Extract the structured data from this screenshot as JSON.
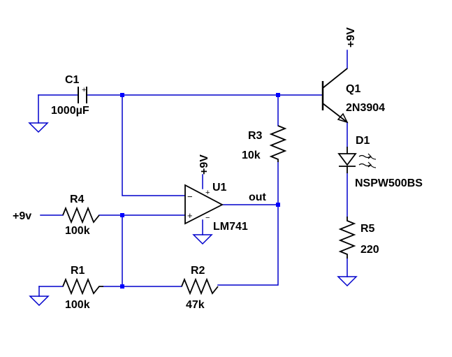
{
  "components": {
    "c1": {
      "ref": "C1",
      "value": "1000µF",
      "polarity": "+"
    },
    "q1": {
      "ref": "Q1",
      "value": "2N3904"
    },
    "d1": {
      "ref": "D1",
      "value": "NSPW500BS"
    },
    "r1": {
      "ref": "R1",
      "value": "100k"
    },
    "r2": {
      "ref": "R2",
      "value": "47k"
    },
    "r3": {
      "ref": "R3",
      "value": "10k"
    },
    "r4": {
      "ref": "R4",
      "value": "100k"
    },
    "r5": {
      "ref": "R5",
      "value": "220"
    },
    "u1": {
      "ref": "U1",
      "value": "LM741",
      "inv": "−",
      "noninv": "+",
      "supply": "+9V"
    }
  },
  "nets": {
    "supply_top": "+9V",
    "input_9v": "+9v",
    "out": "out"
  },
  "colors": {
    "wire": "#0000cc",
    "junction": "#0000ff",
    "symbol": "#000000"
  }
}
